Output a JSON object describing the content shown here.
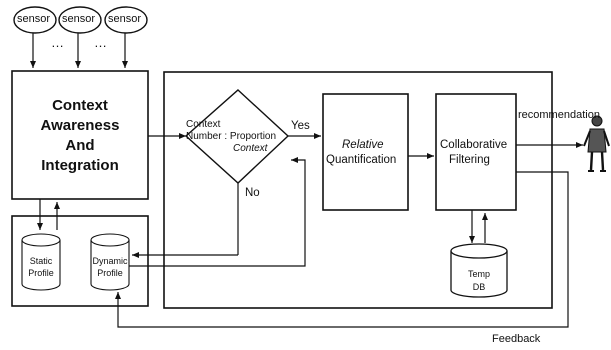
{
  "sensors": [
    "sensor",
    "sensor",
    "sensor"
  ],
  "ellipsis": "…",
  "context_block": {
    "line1": "Context",
    "line2": "Awareness",
    "line3": "And",
    "line4": "Integration"
  },
  "decision": {
    "line1": "Context",
    "line2": "Number : Proportion",
    "line3": "Context",
    "yes": "Yes",
    "no": "No"
  },
  "relative_quantification": {
    "line1": "Relative",
    "line2": "Quantification"
  },
  "collaborative_filtering": {
    "line1": "Collaborative",
    "line2": "Filtering"
  },
  "profiles": {
    "static": [
      "Static",
      "Profile"
    ],
    "dynamic": [
      "Dynamic",
      "Profile"
    ]
  },
  "temp_db": [
    "Temp",
    "DB"
  ],
  "output_label": "recommendation",
  "feedback_label": "Feedback"
}
